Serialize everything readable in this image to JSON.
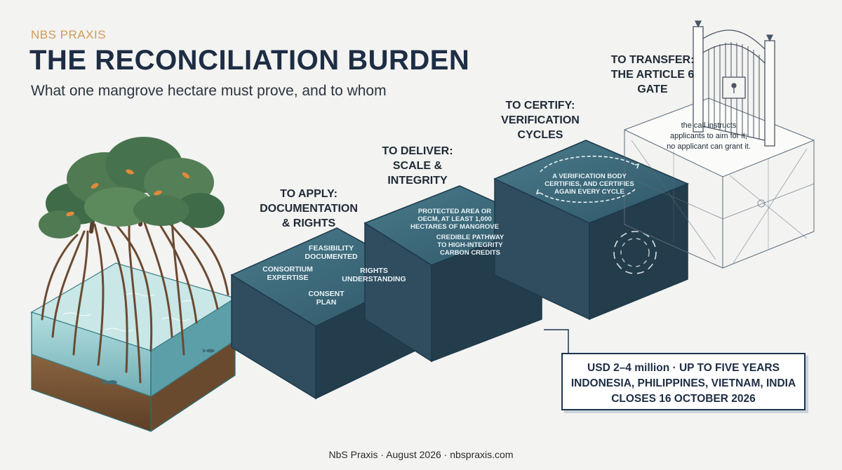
{
  "header": {
    "kicker": "NBS PRAXIS",
    "title": "THE RECONCILIATION BURDEN",
    "subtitle": "What one mangrove hectare must prove, and to whom"
  },
  "stages": {
    "apply": {
      "label_line1": "TO APPLY:",
      "label_line2": "DOCUMENTATION",
      "label_line3": "& RIGHTS",
      "items": {
        "feasibility": [
          "FEASIBILITY",
          "DOCUMENTED"
        ],
        "consortium": [
          "CONSORTIUM",
          "EXPERTISE"
        ],
        "rights": [
          "RIGHTS",
          "UNDERSTANDING"
        ],
        "consent": [
          "CONSENT",
          "PLAN"
        ]
      }
    },
    "deliver": {
      "label_line1": "TO DELIVER:",
      "label_line2": "SCALE &",
      "label_line3": "INTEGRITY",
      "items": {
        "protected_area": [
          "PROTECTED AREA OR",
          "OECM, AT LEAST 1,000",
          "HECTARES OF MANGROVE"
        ],
        "pathway": [
          "CREDIBLE PATHWAY",
          "TO HIGH-INTEGRITY",
          "CARBON CREDITS"
        ]
      }
    },
    "certify": {
      "label_line1": "TO CERTIFY:",
      "label_line2": "VERIFICATION",
      "label_line3": "CYCLES",
      "items": {
        "verification": [
          "A VERIFICATION BODY",
          "CERTIFIES, AND CERTIFIES",
          "AGAIN EVERY CYCLE"
        ]
      }
    },
    "transfer": {
      "label_line1": "TO TRANSFER:",
      "label_line2": "THE ARTICLE 6",
      "label_line3": "GATE",
      "note": [
        "the call instructs",
        "applicants to aim for it;",
        "no applicant can grant it."
      ]
    }
  },
  "summary": {
    "line1": "USD 2–4 million · UP TO FIVE YEARS",
    "line2": "INDONESIA, PHILIPPINES, VIETNAM, INDIA",
    "line3": "CLOSES 16 OCTOBER 2026"
  },
  "footer": "NbS Praxis · August 2026 · nbspraxis.com",
  "colors": {
    "background": "#f3f3f1",
    "title": "#1d2d44",
    "kicker": "#d19a5a",
    "cube_front": "#2f4d5f",
    "cube_top": "#3c6a7a",
    "cube_side": "#243d4c",
    "water": "#7fc1c6",
    "soil": "#7a5535",
    "foliage": "#4f7a52"
  },
  "icons": {
    "mangrove": "mangrove-tree-icon",
    "gate": "article-6-gate-icon",
    "cycle": "cycle-arrows-icon"
  }
}
